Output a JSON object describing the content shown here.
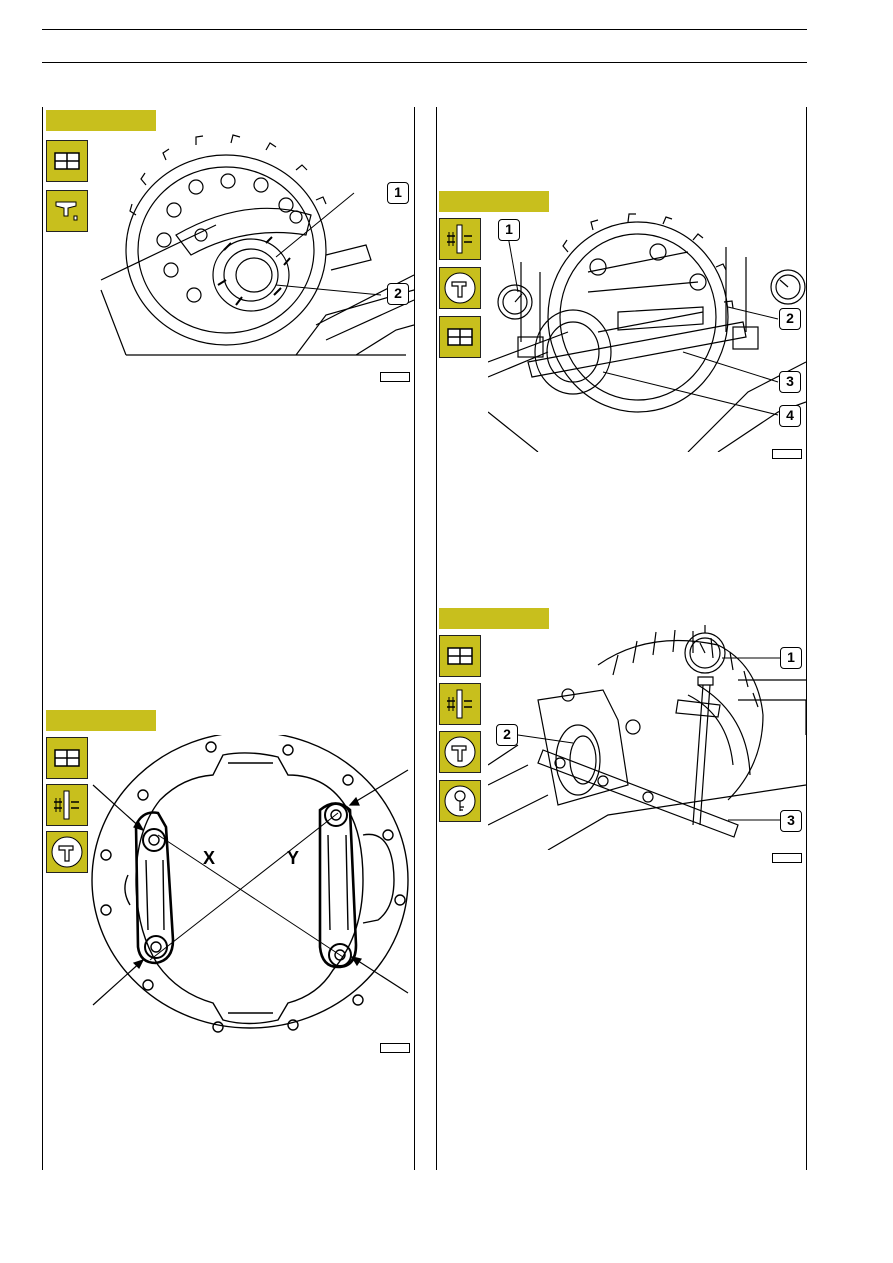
{
  "colors": {
    "tag": "#c8bf1d",
    "rule": "#000000",
    "paper": "#ffffff"
  },
  "figures": [
    {
      "id": "fig1",
      "icons": [
        "grid-icon",
        "hand-press-icon"
      ],
      "callouts": [
        "1",
        "2"
      ]
    },
    {
      "id": "fig2",
      "icons": [
        "grid-icon",
        "shaft-gauge-icon",
        "wrench-icon"
      ],
      "axis_labels": [
        "X",
        "Y"
      ]
    },
    {
      "id": "fig3",
      "icons": [
        "shaft-gauge-icon",
        "wrench-icon",
        "grid-icon"
      ],
      "callouts": [
        "1",
        "2",
        "3",
        "4"
      ]
    },
    {
      "id": "fig4",
      "icons": [
        "grid-icon",
        "shaft-gauge-icon",
        "wrench-icon",
        "key-icon"
      ],
      "callouts": [
        "1",
        "2",
        "3"
      ]
    }
  ]
}
